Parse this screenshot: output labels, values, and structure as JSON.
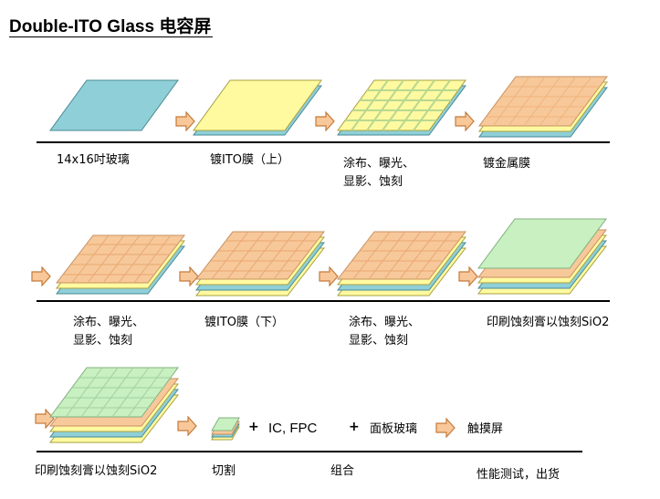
{
  "title": "Double-ITO Glass 电容屏",
  "rows": [
    {
      "steps": [
        {
          "label": "14x16吋玻璃"
        },
        {
          "label": "镀ITO膜（上）"
        },
        {
          "label": "涂布、曝光、\n显影、蚀刻"
        },
        {
          "label": "镀金属膜"
        }
      ]
    },
    {
      "steps": [
        {
          "label": "涂布、曝光、\n显影、蚀刻"
        },
        {
          "label": "镀ITO膜（下）"
        },
        {
          "label": "涂布、曝光、\n显影、蚀刻"
        },
        {
          "label": "印刷蚀刻膏以蚀刻SiO2"
        }
      ]
    },
    {
      "steps": [
        {
          "label": "印刷蚀刻膏以蚀刻SiO2"
        },
        {
          "label": "切割"
        },
        {
          "label": "组合"
        },
        {
          "label": "性能测试，出货"
        }
      ]
    }
  ],
  "combo": {
    "ic_fpc": "IC, FPC",
    "plus": "+",
    "cover_glass": "面板玻璃",
    "product": "触摸屏"
  },
  "colors": {
    "blue_glass": "#8fcfd8",
    "ito_yellow": "#fffaa0",
    "metal_orange": "#f7c89a",
    "sio2_green": "#c8f0c0",
    "arrow_fill": "#f9c89a",
    "arrow_stroke": "#c47a3a"
  }
}
